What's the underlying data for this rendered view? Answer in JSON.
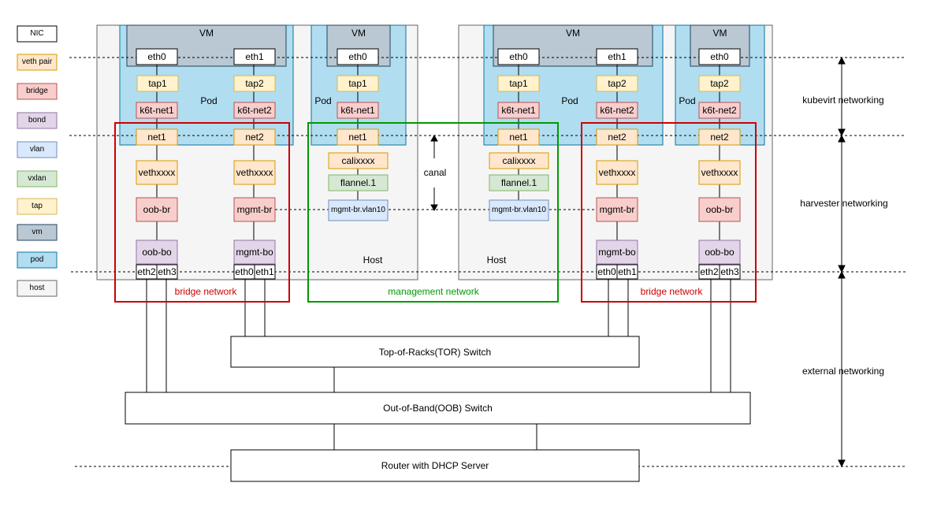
{
  "legend": [
    "NIC",
    "veth pair",
    "bridge",
    "bond",
    "vlan",
    "vxlan",
    "tap",
    "vm",
    "pod",
    "host"
  ],
  "colors": {
    "nic": "#ffffff",
    "veth": "#ffe6cc",
    "veth_stroke": "#d79b00",
    "bridge": "#f8cecc",
    "bridge_stroke": "#b85450",
    "bond": "#e1d5e7",
    "bond_stroke": "#9673a6",
    "vlan": "#dae8fc",
    "vlan_stroke": "#6c8ebf",
    "vxlan": "#d5e8d4",
    "vxlan_stroke": "#82b366",
    "tap": "#fff2cc",
    "tap_stroke": "#d6b656",
    "vm": "#bac8d3",
    "vm_stroke": "#23445d",
    "pod": "#b1ddf0",
    "pod_stroke": "#10739e",
    "host": "#f5f5f5",
    "host_stroke": "#666666",
    "red_frame": "#cc0000",
    "green_frame": "#009900"
  },
  "labels": {
    "vm": "VM",
    "pod": "Pod",
    "host": "Host",
    "eth0": "eth0",
    "eth1": "eth1",
    "eth2": "eth2",
    "eth3": "eth3",
    "tap1": "tap1",
    "tap2": "tap2",
    "k6t_net1": "k6t-net1",
    "k6t_net2": "k6t-net2",
    "net1": "net1",
    "net2": "net2",
    "vethxxxx": "vethxxxx",
    "calixxxx": "calixxxx",
    "flannel": "flannel.1",
    "oob_br": "oob-br",
    "mgmt_br": "mgmt-br",
    "mgmt_vlan": "mgmt-br.vlan10",
    "oob_bo": "oob-bo",
    "mgmt_bo": "mgmt-bo",
    "canal": "canal",
    "bridge_network": "bridge network",
    "management_network": "management network",
    "tor": "Top-of-Racks(TOR) Switch",
    "oob": "Out-of-Band(OOB) Switch",
    "router": "Router with DHCP Server"
  },
  "layers": [
    "kubevirt networking",
    "harvester networking",
    "external networking"
  ]
}
